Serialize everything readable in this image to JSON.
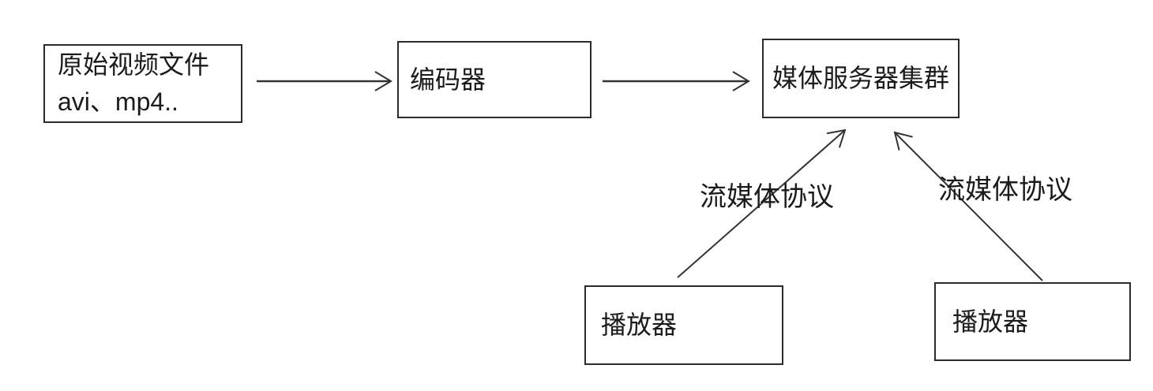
{
  "diagram": {
    "nodes": {
      "source": {
        "line1": "原始视频文件",
        "line2": "avi、mp4.."
      },
      "encoder": {
        "label": "编码器"
      },
      "cluster": {
        "label": "媒体服务器集群"
      },
      "player1": {
        "label": "播放器"
      },
      "player2": {
        "label": "播放器"
      }
    },
    "edges": {
      "protocol1": {
        "label": "流媒体协议"
      },
      "protocol2": {
        "label": "流媒体协议"
      }
    },
    "colors": {
      "stroke": "#333333",
      "box_border": "#2b2b2b",
      "text": "#1b1b1b",
      "background": "#ffffff"
    }
  }
}
